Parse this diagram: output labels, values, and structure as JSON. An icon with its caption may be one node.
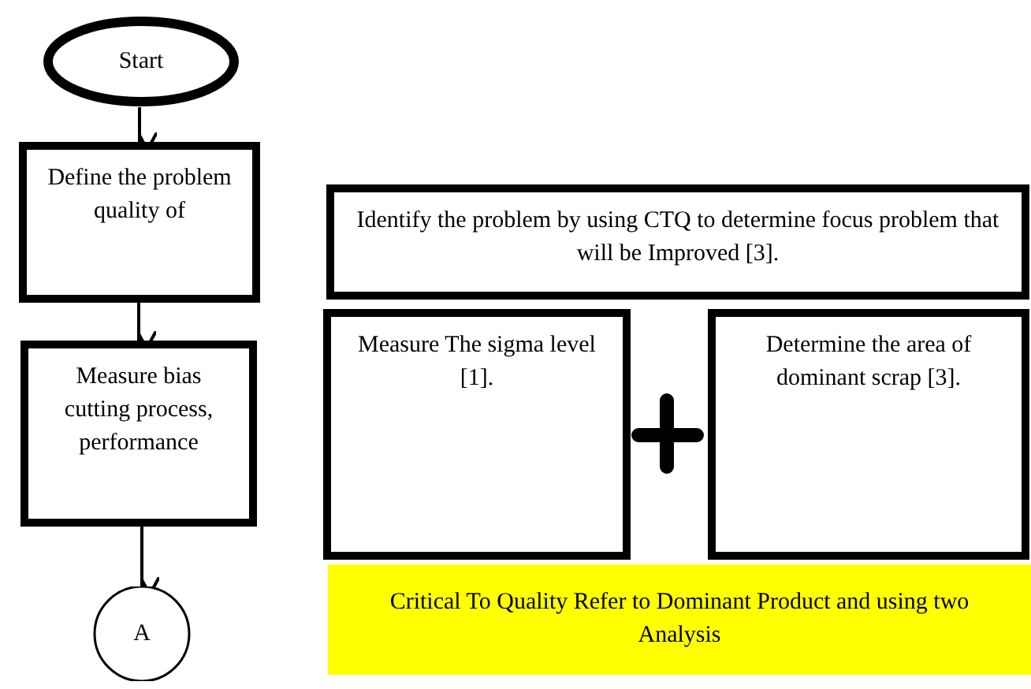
{
  "diagram": {
    "nodes": [
      {
        "text": [
          "Start"
        ]
      },
      {
        "text": [
          "Define the problem quality of"
        ]
      },
      {
        "text": [
          "Measure bias cutting process, performance"
        ]
      },
      {
        "text": [
          "A"
        ]
      },
      {
        "text": [
          "Identify the problem by using CTQ to determine focus problem that will be Improved [3]."
        ]
      },
      {
        "text": [
          "Measure The sigma level [1]."
        ]
      },
      {
        "text": [
          "Determine the area of dominant scrap [3]."
        ]
      },
      {
        "text": [
          "Critical To Quality Refer to Dominant Product and using two Analysis"
        ]
      }
    ],
    "edges": [
      {
        "from": 0,
        "to": 1,
        "arrow": "to"
      },
      {
        "from": 1,
        "to": 2,
        "arrow": "to"
      },
      {
        "from": 2,
        "to": 3,
        "arrow": "to"
      }
    ]
  }
}
